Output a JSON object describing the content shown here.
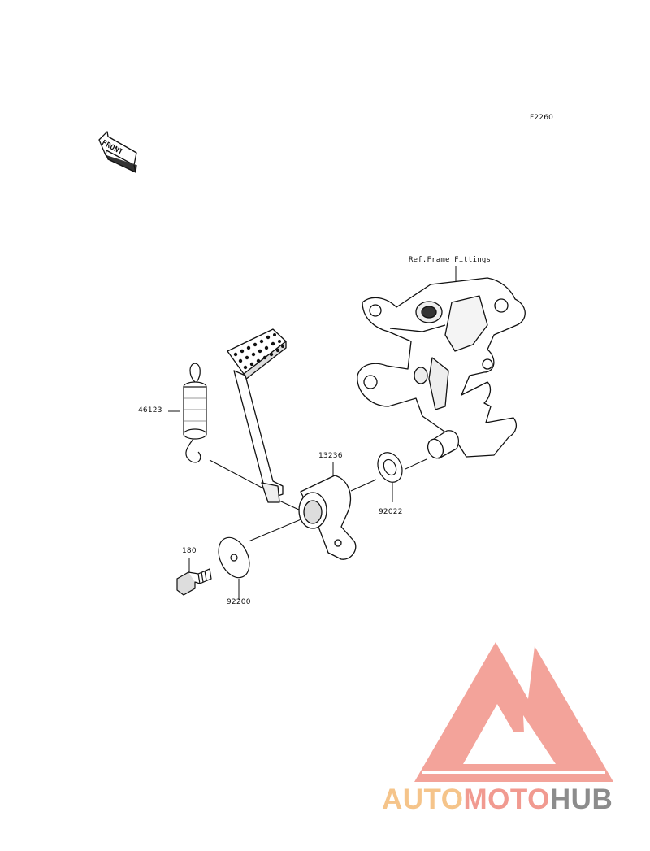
{
  "diagram": {
    "code": "F2260",
    "front_label": "FRONT",
    "ref_label": "Ref.Frame Fittings",
    "parts": [
      {
        "id": "46123"
      },
      {
        "id": "13236"
      },
      {
        "id": "92022"
      },
      {
        "id": "180"
      },
      {
        "id": "92200"
      }
    ]
  },
  "watermark": {
    "part1": "AUTO",
    "part2": "MOTO",
    "part3": "HUB",
    "colors": {
      "auto": "#f5c48a",
      "moto": "#f19a90",
      "hub": "#8c8c8c",
      "logo": "#f3a39a"
    }
  }
}
